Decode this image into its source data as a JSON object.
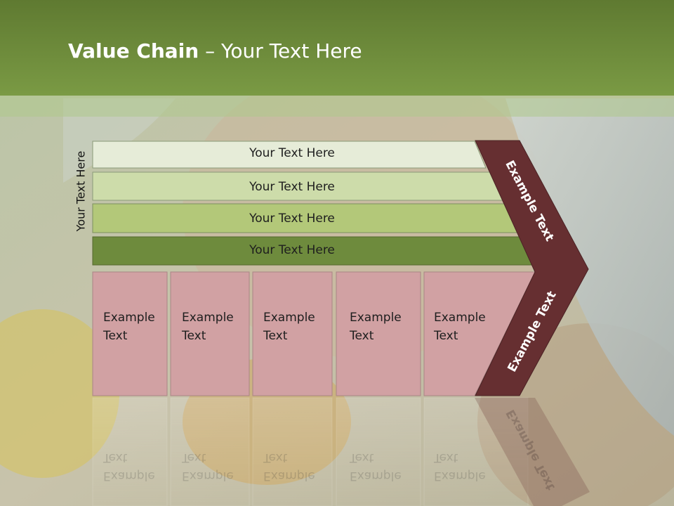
{
  "title": {
    "bold": "Value Chain",
    "rest": " – Your Text Here"
  },
  "side_label": "Your Text Here",
  "rows": [
    {
      "label": "Your Text Here"
    },
    {
      "label": "Your Text Here"
    },
    {
      "label": "Your Text Here"
    },
    {
      "label": "Your Text Here"
    }
  ],
  "boxes": [
    {
      "line1": "Example",
      "line2": "Text"
    },
    {
      "line1": "Example",
      "line2": "Text"
    },
    {
      "line1": "Example",
      "line2": "Text"
    },
    {
      "line1": "Example",
      "line2": "Text"
    },
    {
      "line1": "Example",
      "line2": "Text"
    }
  ],
  "chevron_top_label": "Example Text",
  "chevron_bottom_label": "Example Text",
  "colors": {
    "title_bar": "#6d8a3a",
    "row_fills": [
      "#e6ecd8",
      "#cddcaa",
      "#b3c879",
      "#6e8b3d"
    ],
    "box_fill": "#d1a1a3",
    "chevron_fill": "#662f31"
  }
}
